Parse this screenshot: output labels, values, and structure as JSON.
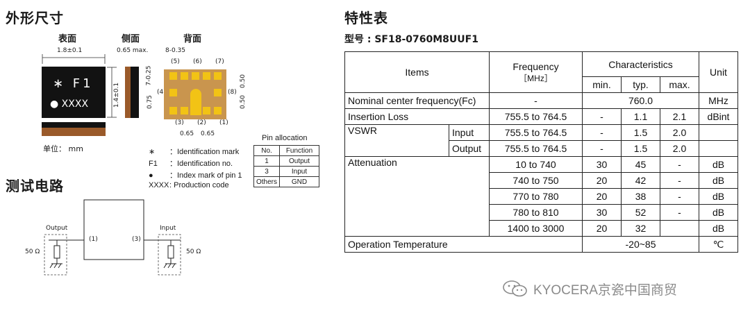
{
  "left": {
    "title_outline": "外形尺寸",
    "view_front": "表面",
    "view_side": "侧面",
    "view_back": "背面",
    "dim_width": "1.8±0.1",
    "dim_side": "0.65 max.",
    "dim_height": "1.4±0.1",
    "chip_mark_1": "∗ F1",
    "chip_mark_2": "● XXXX",
    "dim_8": "8-0.35",
    "dim_7": "7-0.25",
    "dim_075": "0.75",
    "dim_050a": "0.50",
    "dim_050b": "0.50",
    "dim_065a": "0.65",
    "dim_065b": "0.65",
    "pin_labels": [
      "(5)",
      "(6)",
      "(7)",
      "(4)",
      "(8)",
      "(3)",
      "(2)",
      "(1)"
    ],
    "unit": "单位： mm",
    "legend": [
      {
        "sym": "∗",
        "text": "：Identification mark"
      },
      {
        "sym": "F1",
        "text": "：Identification no."
      },
      {
        "sym": "●",
        "text": "：Index mark of pin 1"
      },
      {
        "sym": "XXXX",
        "text": ": Production code"
      }
    ],
    "pin_table_title": "Pin allocation",
    "pin_table": [
      [
        "No.",
        "Function"
      ],
      [
        "1",
        "Output"
      ],
      [
        "3",
        "Input"
      ],
      [
        "Others",
        "GND"
      ]
    ],
    "title_circuit": "测试电路",
    "circuit_output": "Output",
    "circuit_input": "Input",
    "circuit_pin1": "(1)",
    "circuit_pin3": "(3)",
    "circuit_r_left": "50 Ω",
    "circuit_r_right": "50 Ω"
  },
  "right": {
    "title": "特性表",
    "model": "型号 : SF18-0760M8UUF1",
    "headers": {
      "items": "Items",
      "frequency": "Frequency",
      "frequency_unit": "［MHz］",
      "characteristics": "Characteristics",
      "min": "min.",
      "typ": "typ.",
      "max": "max.",
      "unit": "Unit"
    },
    "rows": {
      "nominal": {
        "label": "Nominal center frequency(Fc)",
        "freq": "-",
        "value": "760.0",
        "unit": "MHz"
      },
      "insertion": {
        "label": "Insertion Loss",
        "freq": "755.5 to 764.5",
        "min": "-",
        "typ": "1.1",
        "max": "2.1",
        "unit": "dBint"
      },
      "vswr": {
        "label": "VSWR",
        "input": {
          "sub": "Input",
          "freq": "755.5 to 764.5",
          "min": "-",
          "typ": "1.5",
          "max": "2.0",
          "unit": ""
        },
        "output": {
          "sub": "Output",
          "freq": "755.5 to 764.5",
          "min": "-",
          "typ": "1.5",
          "max": "2.0",
          "unit": ""
        }
      },
      "attenuation": {
        "label": "Attenuation",
        "rows": [
          {
            "freq": "10 to 740",
            "min": "30",
            "typ": "45",
            "max": "-",
            "unit": "dB"
          },
          {
            "freq": "740 to 750",
            "min": "20",
            "typ": "42",
            "max": "-",
            "unit": "dB"
          },
          {
            "freq": "770 to 780",
            "min": "20",
            "typ": "38",
            "max": "-",
            "unit": "dB"
          },
          {
            "freq": "780 to 810",
            "min": "30",
            "typ": "52",
            "max": "-",
            "unit": "dB"
          },
          {
            "freq": "1400 to 3000",
            "min": "20",
            "typ": "32",
            "max": "",
            "unit": "dB"
          }
        ]
      },
      "temp": {
        "label": "Operation Temperature",
        "value": "-20~85",
        "unit": "℃"
      }
    }
  },
  "watermark": "KYOCERA京瓷中国商贸",
  "colors": {
    "chip_dark": "#121212",
    "chip_brown": "#9a5a2a",
    "pad_gold": "#f2c315",
    "board": "#c9954e"
  }
}
